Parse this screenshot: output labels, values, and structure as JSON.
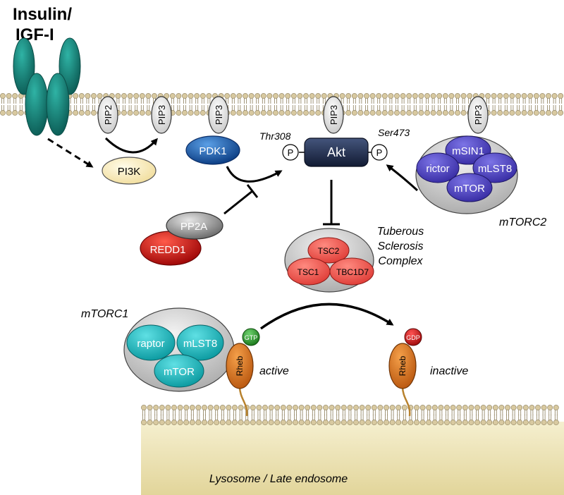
{
  "ligand": {
    "line1": "Insulin/",
    "line2": "IGF-I"
  },
  "pip": {
    "pip2": "PIP2",
    "pip3": "PIP3"
  },
  "kinases": {
    "pi3k": "PI3K",
    "pdk1": "PDK1",
    "akt": "Akt"
  },
  "phospho": {
    "p": "P",
    "thr308": "Thr308",
    "ser473": "Ser473"
  },
  "pp2a_complex": {
    "pp2a": "PP2A",
    "redd1": "REDD1"
  },
  "mtorc2": {
    "msin1": "mSIN1",
    "rictor": "rictor",
    "mlst8": "mLST8",
    "mtor": "mTOR",
    "name": "mTORC2"
  },
  "tsc": {
    "tsc2": "TSC2",
    "tsc1": "TSC1",
    "tbc1d7": "TBC1D7",
    "name_line1": "Tuberous",
    "name_line2": "Sclerosis",
    "name_line3": "Complex"
  },
  "mtorc1": {
    "name": "mTORC1",
    "raptor": "raptor",
    "mlst8": "mLST8",
    "mtor": "mTOR"
  },
  "rheb": {
    "label": "Rheb",
    "gtp": "GTP",
    "gdp": "GDP",
    "active": "active",
    "inactive": "inactive"
  },
  "organelle": {
    "label": "Lysosome / Late endosome"
  },
  "colors": {
    "membrane_head": "#d8c9a0",
    "receptor": "#1a8f82",
    "pi3k": "#f6e6b0",
    "pdk1": "#1b5fae",
    "akt": "#1f2d4f",
    "pp2a": "#8c8c8c",
    "redd1": "#d01010",
    "mtorc2_sub": "#4a3fc0",
    "tsc_sub": "#ef5a52",
    "mtorc1_sub": "#1bb3b8",
    "rheb": "#d9741c",
    "gtp": "#2e9a2e",
    "gdp": "#c81818",
    "lysosome": "#ebe2b4"
  }
}
